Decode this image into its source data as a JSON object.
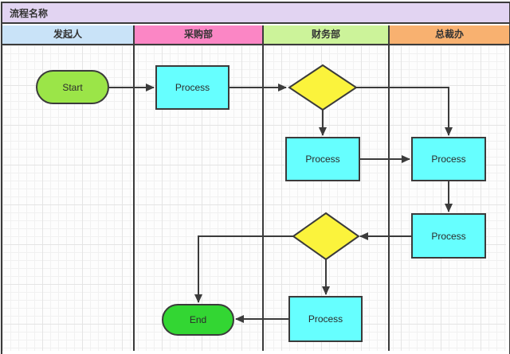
{
  "title": "流程名称",
  "lanes": [
    {
      "label": "发起人",
      "color": "#C9E3F8"
    },
    {
      "label": "采购部",
      "color": "#FB86C5"
    },
    {
      "label": "财务部",
      "color": "#CCF39A"
    },
    {
      "label": "总裁办",
      "color": "#F8B170"
    }
  ],
  "shapes": {
    "start": {
      "label": "Start",
      "fill": "#9BE548"
    },
    "process1": {
      "label": "Process",
      "fill": "#66FFFF"
    },
    "decision1": {
      "fill": "#FBF33C"
    },
    "process2": {
      "label": "Process",
      "fill": "#66FFFF"
    },
    "process3": {
      "label": "Process",
      "fill": "#66FFFF"
    },
    "process4": {
      "label": "Process",
      "fill": "#66FFFF"
    },
    "decision2": {
      "fill": "#FBF33C"
    },
    "process5": {
      "label": "Process",
      "fill": "#66FFFF"
    },
    "end": {
      "label": "End",
      "fill": "#33D633"
    }
  },
  "colors": {
    "line": "#3b3b3b",
    "border": "#3b3b3b",
    "title_bg": "#E2D4F2"
  }
}
